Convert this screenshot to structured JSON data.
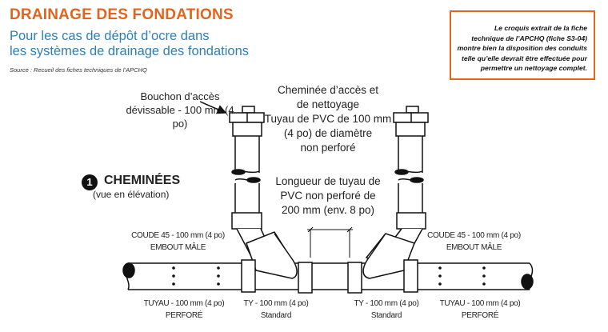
{
  "title": "DRAINAGE DES FONDATIONS",
  "subtitle": [
    "Pour les cas de dépôt d’ocre dans",
    "les systèmes de drainage des fondations"
  ],
  "source": {
    "prefix": "Source :",
    "text": " Recueil des fiches techniques ",
    "italic": "de l’APCHQ"
  },
  "note": [
    "Le croquis extrait de la fiche",
    "technique de l’APCHQ (fiche S3-04)",
    "montre bien la disposition des conduits",
    "telle qu’elle devrait être effectuée pour",
    "permettre un nettoyage complet."
  ],
  "cap_label": [
    "Bouchon d’accès",
    "dévissable - 100 mm (4 po)"
  ],
  "chimney_label": [
    "Cheminée d’accès et",
    "de nettoyage",
    "Tuyau de PVC de 100 mm",
    "(4 po) de diamètre",
    "non perforé"
  ],
  "section": {
    "number": "1",
    "title": "CHEMINÉES",
    "subtitle": "(vue en élévation)"
  },
  "length_label": [
    "Longueur de tuyau de",
    "PVC non perforé de",
    "200 mm (env. 8 po)"
  ],
  "elbow_left": [
    "COUDE 45 - 100 mm (4 po)",
    "EMBOUT MÂLE"
  ],
  "elbow_right": [
    "COUDE 45 - 100 mm (4 po)",
    "EMBOUT MÂLE"
  ],
  "pipe_left": [
    "TUYAU - 100 mm (4 po)",
    "PERFORÉ"
  ],
  "tee_left": [
    "TY - 100 mm (4 po)",
    "Standard"
  ],
  "tee_right": [
    "TY - 100 mm (4 po)",
    "Standard"
  ],
  "pipe_right": [
    "TUYAU - 100 mm (4 po)",
    "PERFORÉ"
  ],
  "colors": {
    "accent": "#e0661f",
    "blue": "#2f7fb5"
  }
}
